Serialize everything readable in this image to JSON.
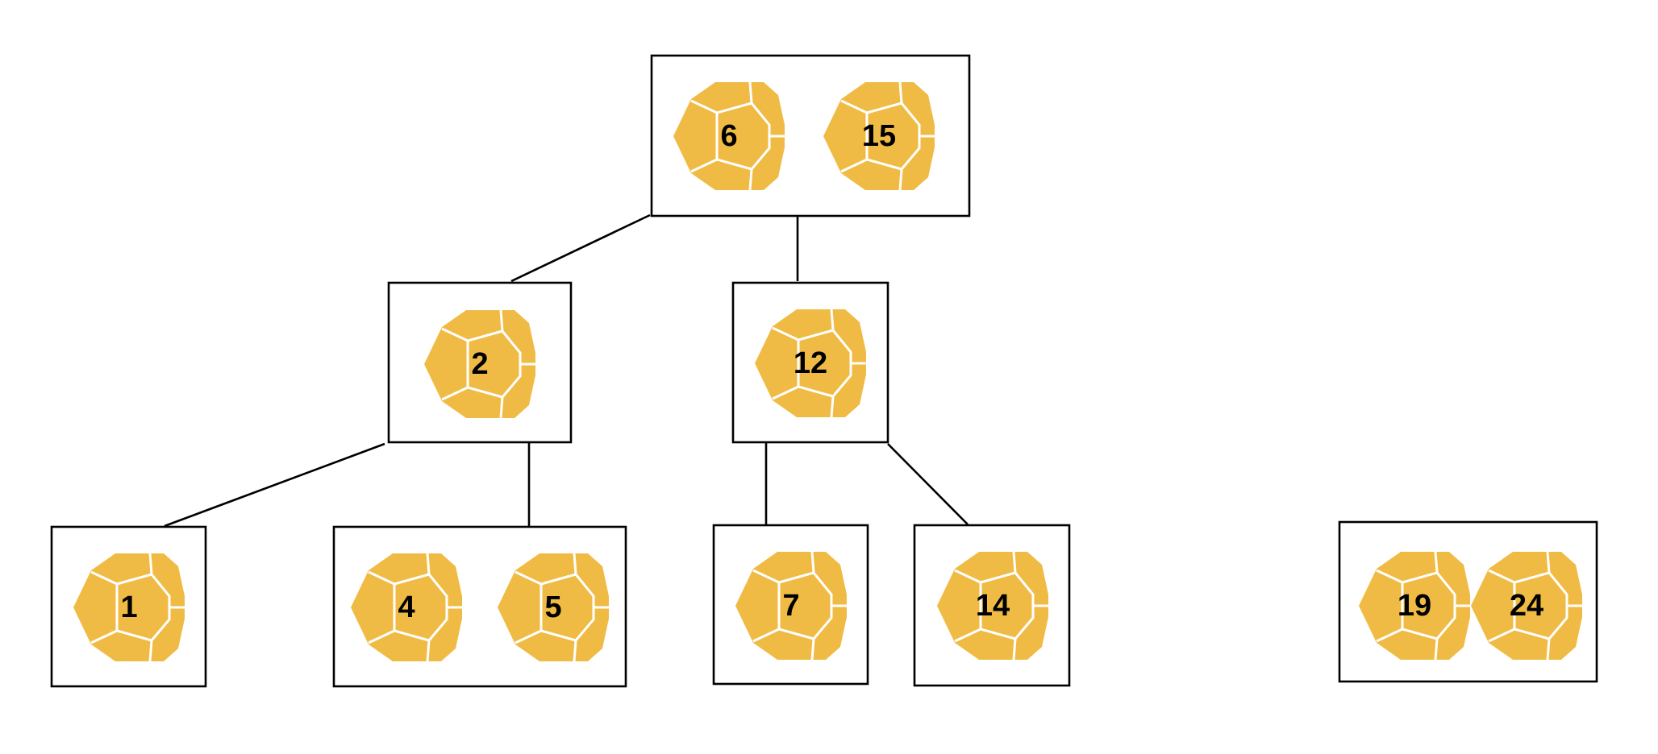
{
  "colors": {
    "die_fill": "#F0BB44",
    "die_lines": "#ffffff",
    "box_stroke": "#000000",
    "label_color": "#000000"
  },
  "die_icon": "dodecahedron-icon",
  "nodes": [
    {
      "id": "root",
      "keys": [
        "6",
        "15"
      ]
    },
    {
      "id": "n2",
      "keys": [
        "2"
      ]
    },
    {
      "id": "n12",
      "keys": [
        "12"
      ]
    },
    {
      "id": "n1",
      "keys": [
        "1"
      ]
    },
    {
      "id": "n45",
      "keys": [
        "4",
        "5"
      ]
    },
    {
      "id": "n7",
      "keys": [
        "7"
      ]
    },
    {
      "id": "n14",
      "keys": [
        "14"
      ]
    },
    {
      "id": "n1924",
      "keys": [
        "19",
        "24"
      ]
    }
  ]
}
